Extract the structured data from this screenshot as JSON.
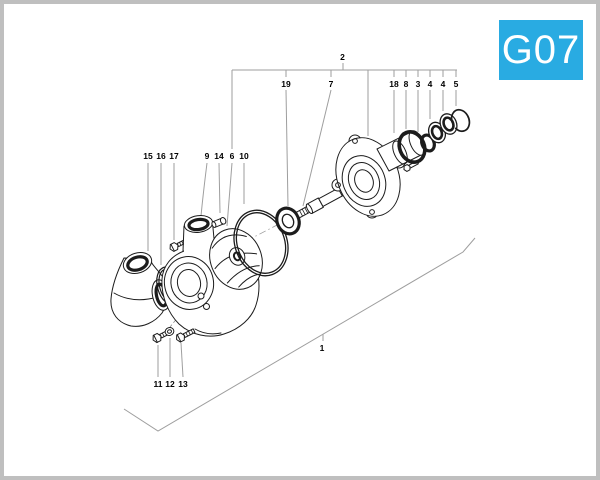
{
  "page": {
    "background": "#ffffff",
    "border_color": "#bfbfbf"
  },
  "badge": {
    "label": "G07",
    "background": "#29abe2",
    "text_color": "#ffffff"
  },
  "diagram": {
    "type": "exploded-parts-diagram",
    "subject": "water-pump assembly exploded view",
    "colors": {
      "line": "#1c1c1c",
      "leader": "#9e9e9e"
    },
    "callouts": {
      "group_label": "2",
      "assembly_label": "1",
      "top_row": [
        "19",
        "7",
        "18",
        "8",
        "3",
        "4",
        "4",
        "5"
      ],
      "left_row": [
        "15",
        "16",
        "17",
        "9",
        "14",
        "6",
        "10"
      ],
      "bottom_row": [
        "11",
        "12",
        "13"
      ]
    }
  }
}
